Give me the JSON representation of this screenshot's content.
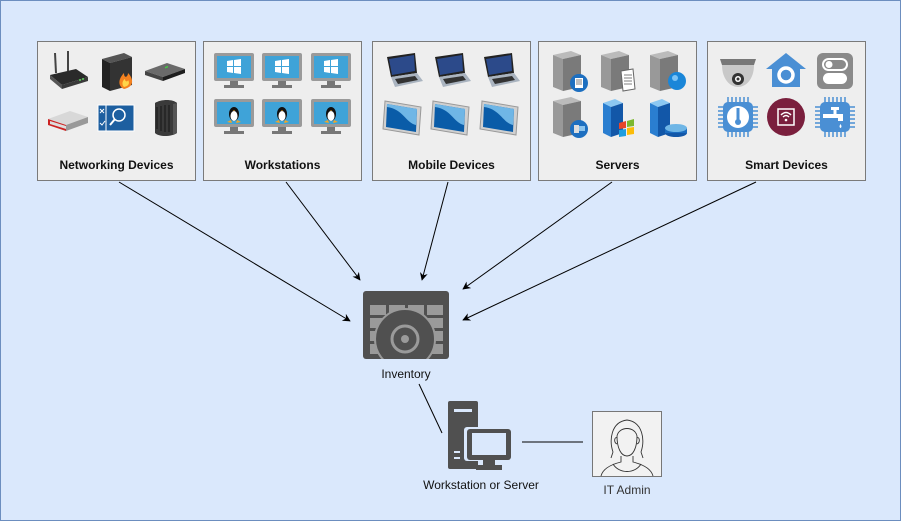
{
  "diagram": {
    "title": "Device inventory flow",
    "colors": {
      "background": "#dae8fc",
      "border": "#6c8ebf",
      "box_fill": "#eeeeee",
      "box_stroke": "#7a7a7a",
      "icon_dark": "#4d4d4d",
      "screen_blue": "#3fa3d8",
      "smart_blue": "#4a8fd4",
      "smart_maroon": "#7a1f3d"
    },
    "groups": [
      {
        "label": "Networking Devices",
        "icons": [
          "wireless-router-icon",
          "firewall-icon",
          "switch-icon",
          "hub-icon",
          "firewall-policy-icon",
          "modem-icon"
        ]
      },
      {
        "label": "Workstations",
        "icons": [
          "windows-monitor-icon",
          "windows-monitor-icon",
          "windows-monitor-icon",
          "linux-monitor-icon",
          "linux-monitor-icon",
          "linux-monitor-icon"
        ]
      },
      {
        "label": "Mobile Devices",
        "icons": [
          "laptop-icon",
          "laptop-icon",
          "laptop-icon",
          "tablet-icon",
          "tablet-icon",
          "tablet-icon"
        ]
      },
      {
        "label": "Servers",
        "icons": [
          "file-server-icon",
          "document-server-icon",
          "web-server-icon",
          "terminal-server-icon",
          "windows-server-icon",
          "database-server-icon"
        ]
      },
      {
        "label": "Smart Devices",
        "icons": [
          "security-camera-icon",
          "smart-home-icon",
          "smart-switch-icon",
          "smart-thermometer-icon",
          "smart-wifi-plug-icon",
          "smart-faucet-icon"
        ]
      }
    ],
    "inventory": {
      "label": "Inventory",
      "icon": "inventory-database-icon"
    },
    "workstation": {
      "label": "Workstation or Server",
      "icon": "workstation-server-icon"
    },
    "admin": {
      "label": "IT Admin",
      "icon": "user-avatar-icon"
    },
    "edges": [
      {
        "from": "Networking Devices",
        "to": "Inventory",
        "type": "arrow"
      },
      {
        "from": "Workstations",
        "to": "Inventory",
        "type": "arrow"
      },
      {
        "from": "Mobile Devices",
        "to": "Inventory",
        "type": "arrow"
      },
      {
        "from": "Servers",
        "to": "Inventory",
        "type": "arrow"
      },
      {
        "from": "Smart Devices",
        "to": "Inventory",
        "type": "arrow"
      },
      {
        "from": "Inventory",
        "to": "Workstation or Server",
        "type": "line"
      },
      {
        "from": "Workstation or Server",
        "to": "IT Admin",
        "type": "line"
      }
    ]
  }
}
